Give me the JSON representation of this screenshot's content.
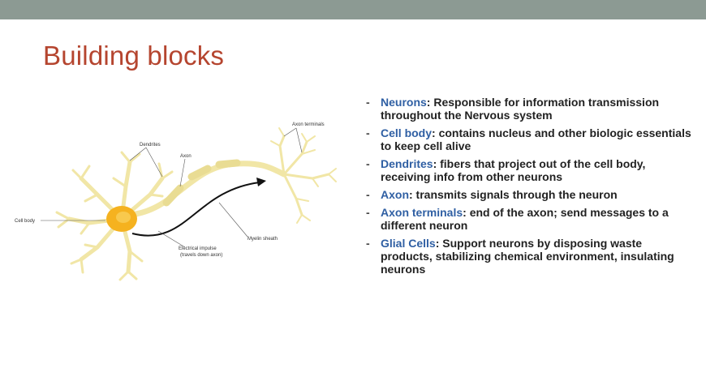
{
  "slide": {
    "title": "Building blocks"
  },
  "diagram": {
    "labels": {
      "dendrites": "Dendrites",
      "axon": "Axon",
      "axon_terminals": "Axon terminals",
      "cell_body": "Cell body",
      "myelin_sheath": "Myelin sheath",
      "impulse_line1": "Electrical impulse",
      "impulse_line2": "(travels down axon)"
    },
    "colors": {
      "neuron": "#f1e6a6",
      "cell_body": "#f5b21f",
      "arrow": "#111111"
    }
  },
  "bullets": [
    {
      "term": "Neurons",
      "text": ": Responsible for information transmission throughout the Nervous system"
    },
    {
      "term": "Cell body",
      "text": ": contains nucleus and other biologic essentials to keep cell alive"
    },
    {
      "term": "Dendrites",
      "text": ": fibers that project out of the cell body, receiving info from other neurons"
    },
    {
      "term": "Axon",
      "text": ": transmits signals through the neuron"
    },
    {
      "term": "Axon terminals",
      "text": ": end of the axon; send messages to a different neuron"
    },
    {
      "term": "Glial Cells",
      "text": ": Support neurons by disposing waste products, stabilizing chemical environment, insulating neurons"
    }
  ],
  "bullet_marker": "-"
}
